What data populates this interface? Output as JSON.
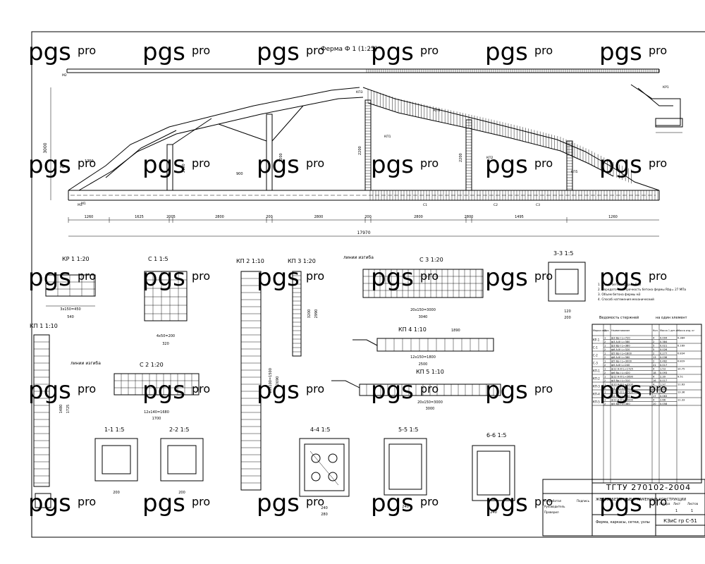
{
  "watermark": {
    "brand": "pgs",
    "suffix": "pro"
  },
  "main_title": "Ферма Ф 1 (1:25)",
  "truss": {
    "height": "3000",
    "overall_span": "17970",
    "dims": [
      "1260",
      "1625",
      "2005",
      "2800",
      "200",
      "2800",
      "200",
      "2800",
      "2800",
      "1495",
      "1260"
    ],
    "labels": {
      "slope": "1750",
      "gap": "900",
      "h2": "2100",
      "h3": "2200",
      "h4": "2200",
      "h5": "2200"
    },
    "tags": [
      "М2",
      "М3",
      "КР1",
      "С1",
      "С2",
      "С3",
      "КП1",
      "КП2",
      "КП3",
      "КП4",
      "КП5",
      "М1",
      "М2"
    ]
  },
  "details": {
    "kr1": {
      "title": "КР 1 1:20",
      "dim": "3х150=450",
      "total": "540"
    },
    "c1": {
      "title": "С 1 1:5",
      "dim": "4х50=200",
      "total": "320"
    },
    "kp2": {
      "title": "КП 2 1:10",
      "dim": "15х100=1500",
      "total": "2690"
    },
    "kp3": {
      "title": "КП 3 1:20",
      "dim": "3200",
      "total": "2990"
    },
    "c3": {
      "title": "С 3 1:20",
      "dim": "20х150=3000",
      "total": "3040",
      "note": "линии изгиба"
    },
    "s33": {
      "title": "3-3 1:5",
      "dims": [
        "120",
        "200"
      ]
    },
    "kp1": {
      "title": "КП 1 1:10",
      "dims": [
        "1480",
        "1725"
      ]
    },
    "c2": {
      "title": "С 2 1:20",
      "dim": "12х140=1680",
      "total": "1700",
      "note": "линии изгиба"
    },
    "kp4": {
      "title": "КП 4 1:10",
      "dim": "12х150=1800",
      "total": "2500",
      "side": "1890"
    },
    "kp5": {
      "title": "КП 5 1:10",
      "dim": "20х150=3000",
      "total": "3000"
    },
    "s11": {
      "title": "1-1 1:5",
      "dim": "200"
    },
    "s22": {
      "title": "2-2 1:5",
      "dim": "200"
    },
    "s44": {
      "title": "4-4 1:5",
      "dims": [
        "240",
        "280"
      ]
    },
    "s55": {
      "title": "5-5 1:5",
      "dim": "240"
    },
    "s66": {
      "title": "6-6 1:5",
      "dim": "240"
    }
  },
  "notes": [
    "1. Класс бетона фермы В40",
    "2. Передаточная прочность бетона фермы Rbp= 27 МПа",
    "3. Объем бетона фермы  м3",
    "4. Способ натяжения механический"
  ],
  "spec": {
    "title": "Ведомость стержней",
    "title2": "на один элемент",
    "headers": [
      "Марка изд.",
      "Поз.",
      "Наименование",
      "Кол.",
      "Масса 1 дет.кг",
      "Масса изд. кг"
    ],
    "groups": [
      {
        "mark": "КР-1",
        "rows": [
          [
            "1",
            "ф3 Вр-I L=720",
            "4",
            "0.094",
            "0.384"
          ],
          [
            "2",
            "ф3 A-III L=380",
            "2",
            "0.384",
            ""
          ]
        ]
      },
      {
        "mark": "С-1",
        "rows": [
          [
            "1",
            "ф3 Вр-I L=380",
            "5",
            "0.021",
            "0.169"
          ],
          [
            "2",
            "ф8 A-III L=320",
            "5",
            "0.026",
            ""
          ]
        ]
      },
      {
        "mark": "С-2",
        "rows": [
          [
            "1",
            "ф5 Вр-I L=1800",
            "2",
            "0.277",
            "0.834"
          ],
          [
            "2",
            "ф8 A-III L=360",
            "13",
            "0.036",
            ""
          ]
        ]
      },
      {
        "mark": "С-3",
        "rows": [
          [
            "1",
            "ф5 Вр-I L=3000",
            "2",
            "0.462",
            "0.829"
          ],
          [
            "2",
            "ф5 A-III L=240",
            "21",
            "0.017",
            ""
          ]
        ]
      },
      {
        "mark": "КП-1",
        "rows": [
          [
            "1",
            "ф12 A-III L=1725",
            "4",
            "1.53",
            "10.75"
          ],
          [
            "2",
            "ф6 Вр-I L=420",
            "18",
            "0.093",
            ""
          ]
        ]
      },
      {
        "mark": "КП-2",
        "rows": [
          [
            "1",
            "ф12 A-III L=2690",
            "4",
            "2.39",
            "9.51"
          ],
          [
            "2",
            "ф3 Вр-I L=310",
            "16",
            "0.017",
            ""
          ]
        ]
      },
      {
        "mark": "КП-3",
        "rows": [
          [
            "1",
            "ф10 A-III L=3200",
            "4",
            "1.97",
            "11.63"
          ],
          [
            "2",
            "ф3 Вр-I L=420",
            "17",
            "0.023",
            ""
          ]
        ]
      },
      {
        "mark": "КП-4",
        "rows": [
          [
            "1",
            "ф12 A-III L=2500",
            "4",
            "2.22",
            "13.36"
          ],
          [
            "2",
            "ф4 Вр-I L=640",
            "17",
            "0.063",
            ""
          ]
        ]
      },
      {
        "mark": "КП-5",
        "rows": [
          [
            "1",
            "ф12 A-III L=3000",
            "4",
            "2.66",
            "11.33"
          ],
          [
            "2",
            "ф5 Вр-I L=380",
            "20",
            "0.058",
            ""
          ]
        ]
      }
    ]
  },
  "stamp": {
    "code": "ТГТУ 270102-2004",
    "subject": "ЖЕЛЕЗОБЕТОННЫЕ И КАМЕННЫЕ КОНСТРУКЦИИ",
    "sheet_title": "Ферма, каркасы, сетки, узлы",
    "group": "КЗиС гр С-51",
    "cols": [
      "Литера",
      "Лист",
      "Листов"
    ],
    "sheet": "1",
    "sheets": "1",
    "roles": [
      "Разработал",
      "Руководитель",
      "Проверил"
    ],
    "sign": "Подпись"
  }
}
